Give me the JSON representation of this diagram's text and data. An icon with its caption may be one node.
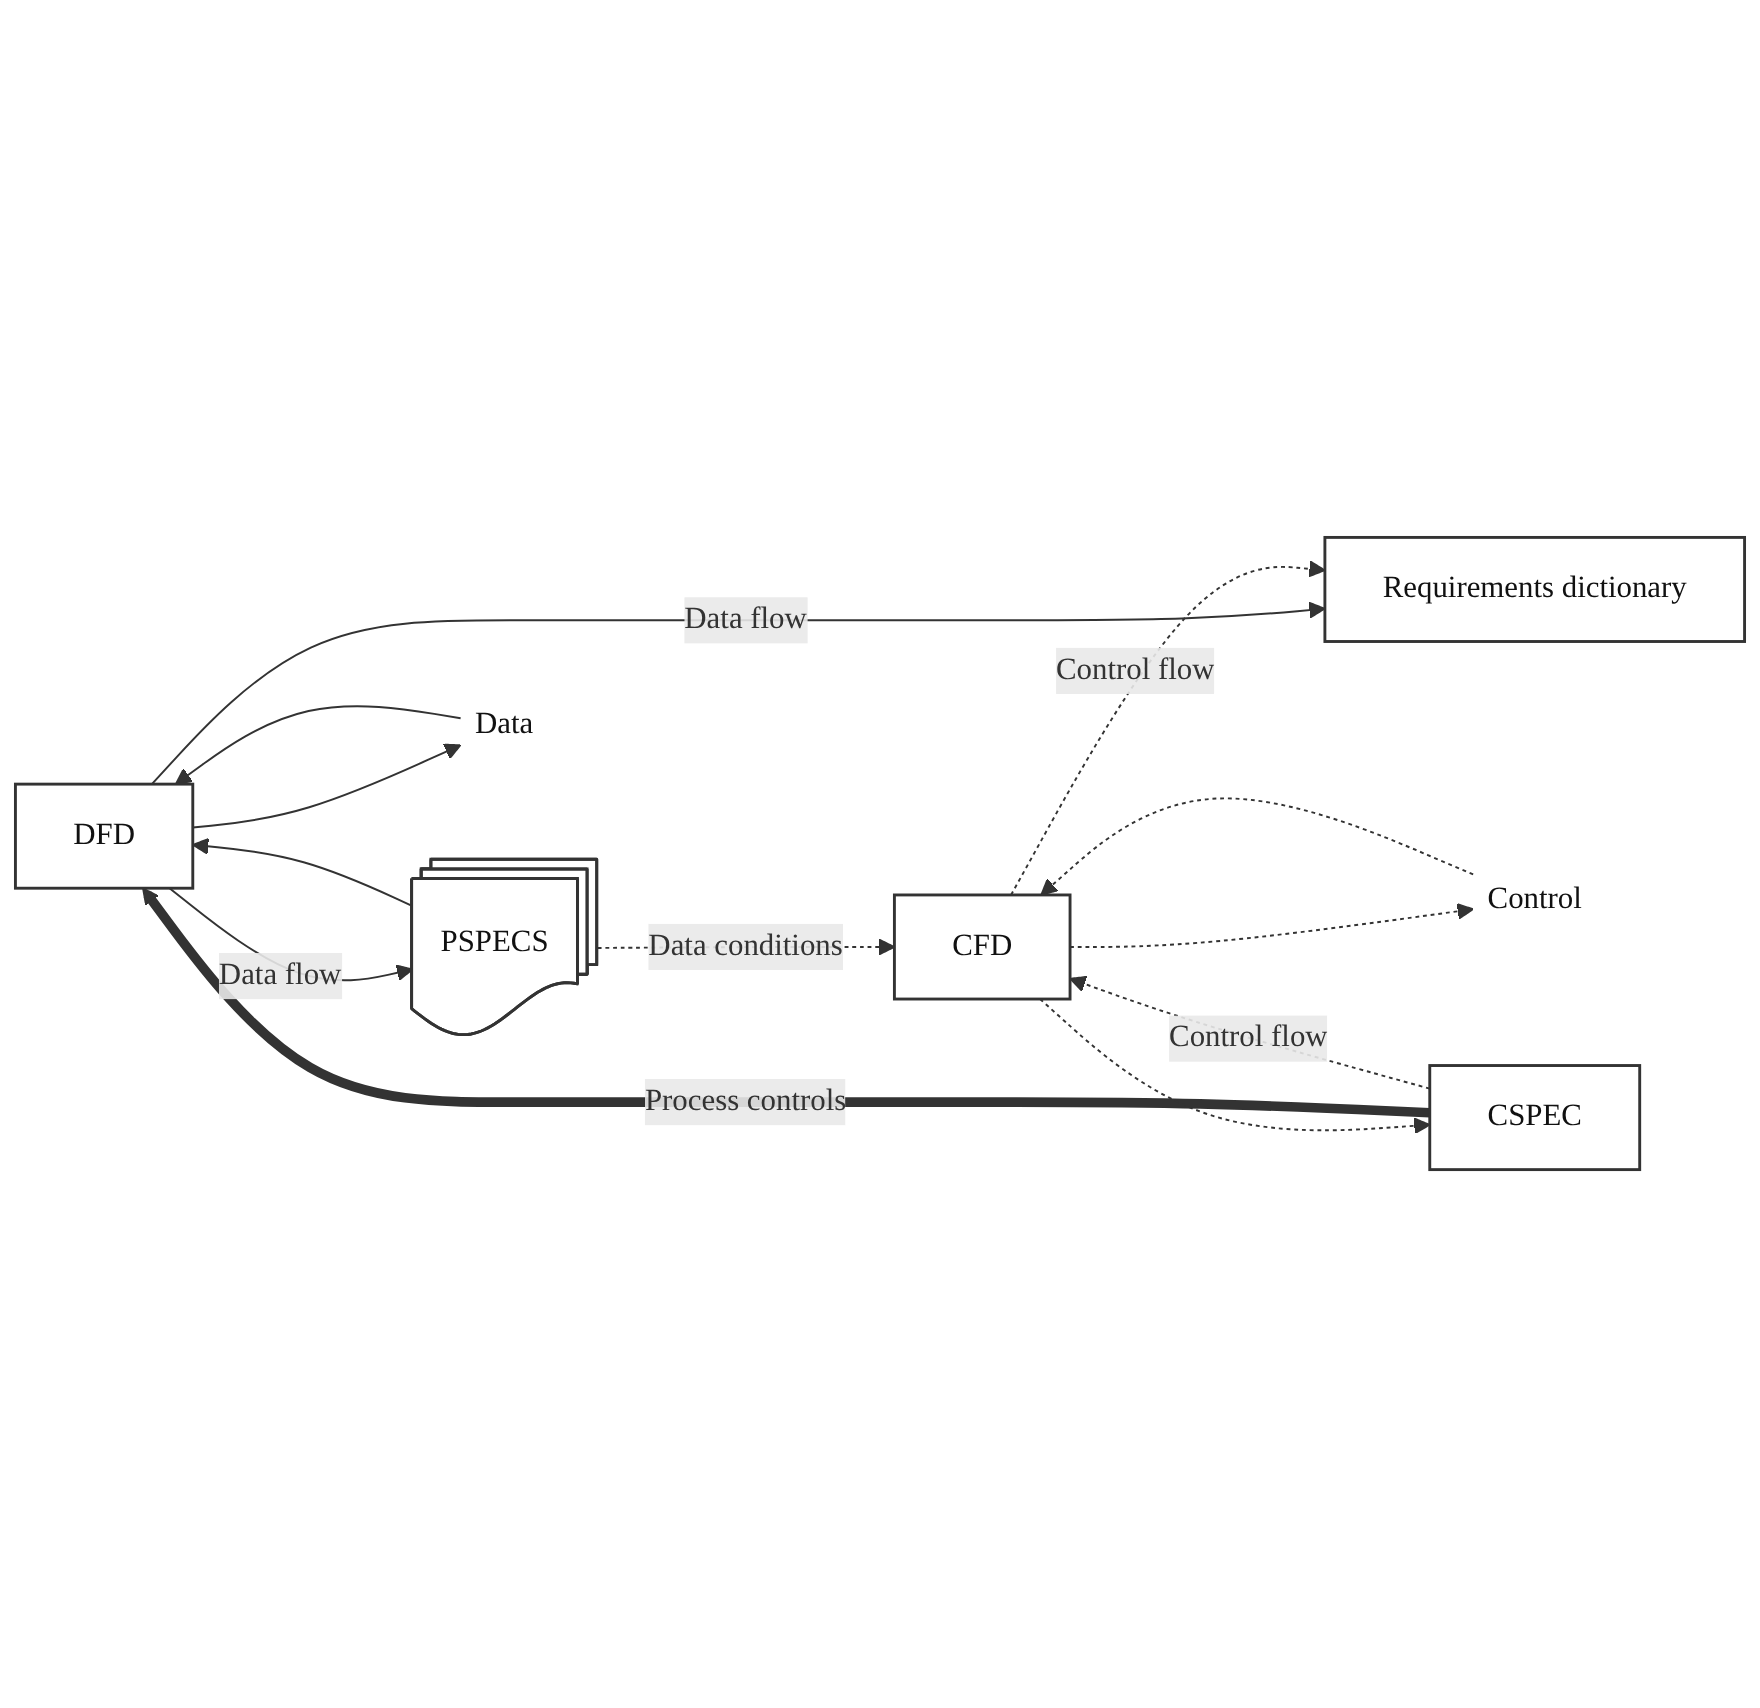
{
  "diagram": {
    "nodes": [
      {
        "text": [
          "DFD"
        ]
      },
      {
        "text": [
          "CSPEC"
        ]
      },
      {
        "text": [
          "CFD"
        ]
      },
      {
        "text": [
          "PSPECS"
        ]
      },
      {
        "text": [
          "Requirements dictionary"
        ]
      },
      {
        "text": [
          "Data"
        ]
      },
      {
        "text": [
          "Control"
        ]
      }
    ],
    "edges": [
      {
        "from": 0,
        "to": 5,
        "arrow": "to"
      },
      {
        "from": 5,
        "to": 0,
        "arrow": "to"
      },
      {
        "from": 6,
        "to": 2,
        "arrow": "to",
        "style": "dashed"
      },
      {
        "from": 2,
        "to": 6,
        "arrow": "to",
        "style": "dashed"
      },
      {
        "from": 1,
        "to": 0,
        "arrow": "to",
        "style": "thick",
        "label": "Process controls"
      },
      {
        "from": 2,
        "to": 1,
        "arrow": "to",
        "style": "dashed"
      },
      {
        "from": 1,
        "to": 2,
        "arrow": "to",
        "style": "dashed",
        "label": "Control flow"
      },
      {
        "from": 0,
        "to": 3,
        "arrow": "to",
        "label": "Data flow"
      },
      {
        "from": 3,
        "to": 0,
        "arrow": "to"
      },
      {
        "from": 3,
        "to": 2,
        "arrow": "to",
        "style": "dashed",
        "label": "Data conditions"
      },
      {
        "from": 0,
        "to": 4,
        "arrow": "to",
        "label": "Data flow"
      },
      {
        "from": 2,
        "to": 4,
        "arrow": "to",
        "style": "dashed",
        "label": "Control flow"
      }
    ]
  }
}
